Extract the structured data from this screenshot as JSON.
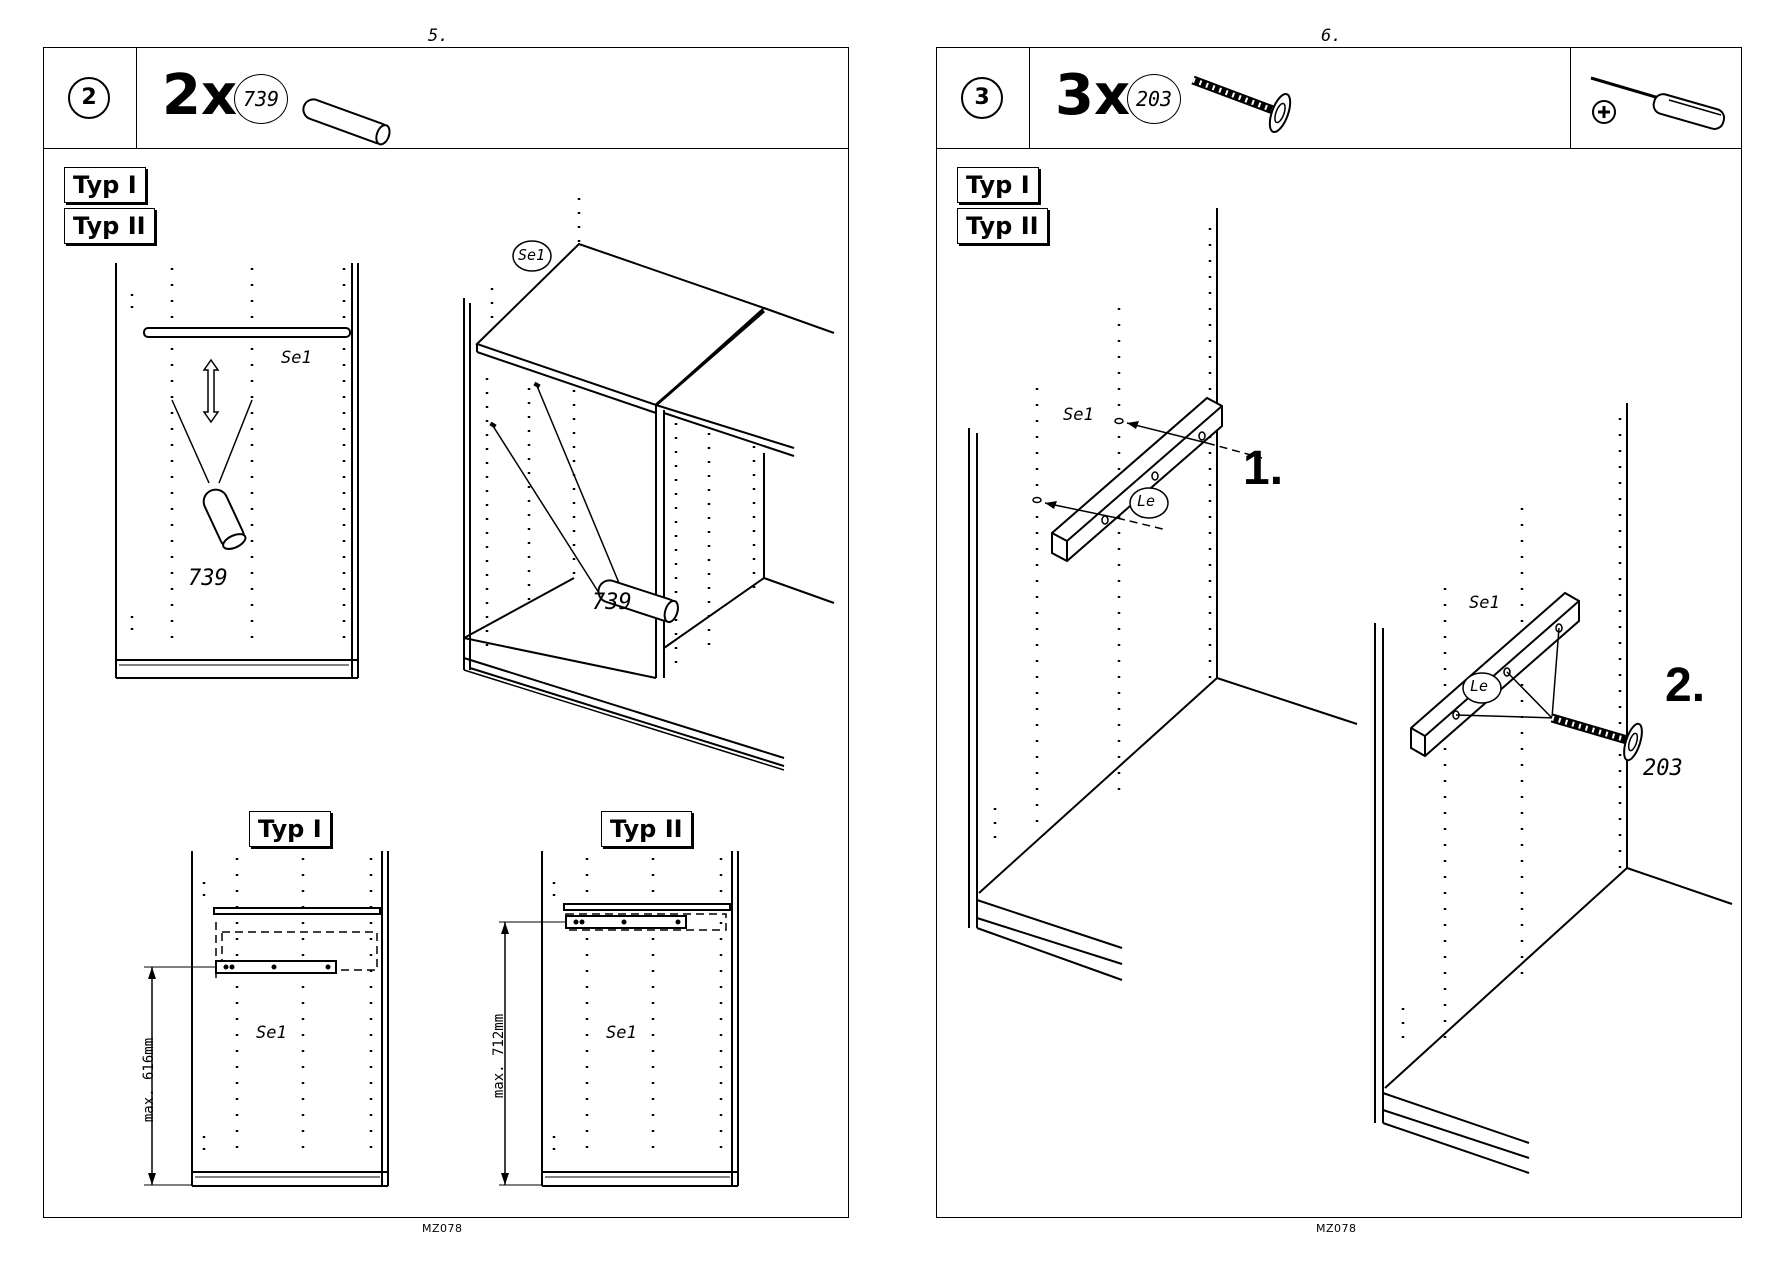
{
  "pages": [
    {
      "page_number": "5.",
      "step": "2",
      "quantity": "2x",
      "part": "739",
      "typ_labels": [
        "Typ I",
        "Typ II"
      ],
      "bottom_typ_labels": [
        "Typ I",
        "Typ II"
      ],
      "labels": {
        "se1_a": "Se1",
        "part_a": "739",
        "se1_b": "Se1",
        "part_b": "739",
        "se1_c": "Se1",
        "se1_d": "Se1"
      },
      "dimensions": [
        "max. 616mm",
        "max. 712mm"
      ],
      "footer": "MZ078"
    },
    {
      "page_number": "6.",
      "step": "3",
      "quantity": "3x",
      "part": "203",
      "typ_labels": [
        "Typ I",
        "Typ II"
      ],
      "labels": {
        "se1_a": "Se1",
        "le_a": "Le",
        "step_1": "1.",
        "se1_b": "Se1",
        "le_b": "Le",
        "step_2": "2.",
        "part_b": "203"
      },
      "footer": "MZ078"
    }
  ],
  "icons": [
    "dowel-icon",
    "screw-icon",
    "phillips-screwdriver-icon"
  ]
}
